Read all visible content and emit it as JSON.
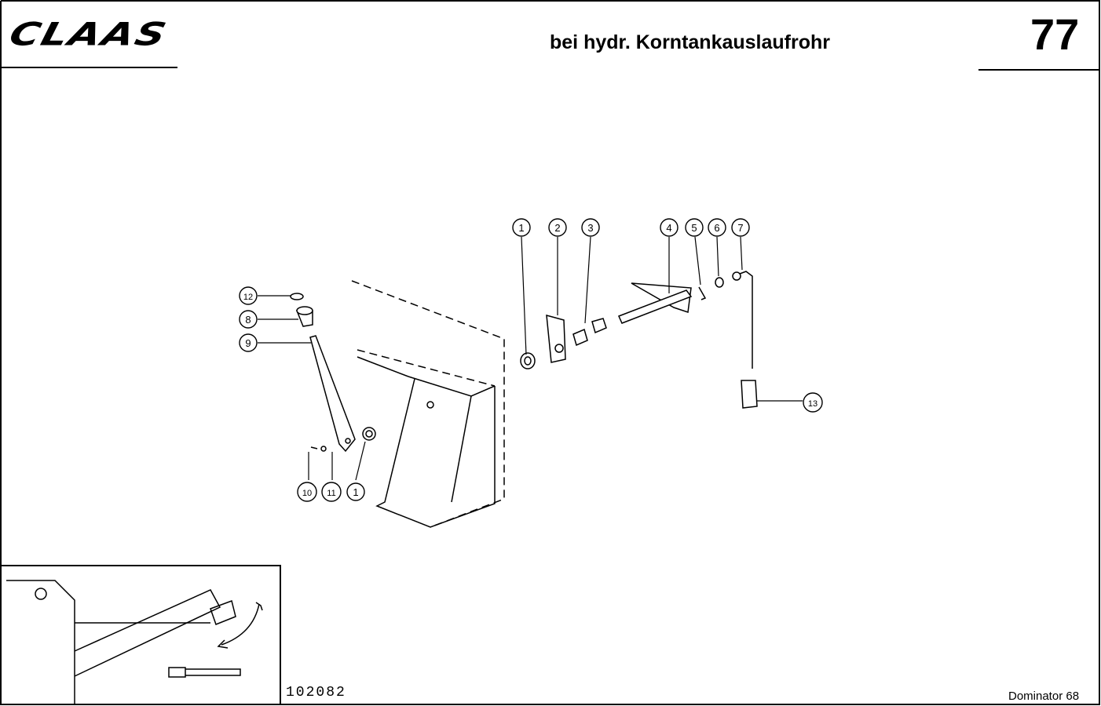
{
  "header": {
    "brand": "CLAAS",
    "title": "bei hydr. Korntankauslaufrohr",
    "page_number": "77"
  },
  "callouts": {
    "c1a": "1",
    "c2": "2",
    "c3": "3",
    "c4": "4",
    "c5": "5",
    "c6": "6",
    "c7": "7",
    "c8": "8",
    "c9": "9",
    "c10": "10",
    "c11": "11",
    "c1b": "1",
    "c12": "12",
    "c13": "13"
  },
  "footer": {
    "drawing_number": "102082",
    "model": "Dominator 68"
  }
}
